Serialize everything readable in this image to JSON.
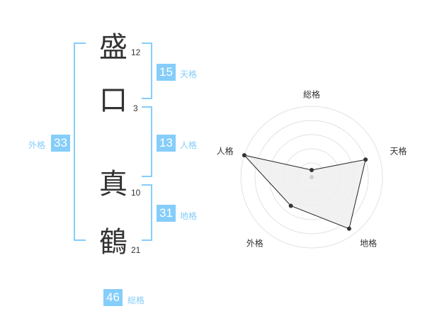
{
  "name_chars": [
    {
      "char": "盛",
      "strokes": "12"
    },
    {
      "char": "口",
      "strokes": "3"
    },
    {
      "char": "真",
      "strokes": "10"
    },
    {
      "char": "鶴",
      "strokes": "21"
    }
  ],
  "fortune": {
    "tenkaku": {
      "value": "15",
      "label": "天格"
    },
    "jinkaku": {
      "value": "13",
      "label": "人格"
    },
    "chikaku": {
      "value": "31",
      "label": "地格"
    },
    "gaikaku": {
      "value": "33",
      "label": "外格"
    },
    "soukaku": {
      "value": "46",
      "label": "総格"
    }
  },
  "colors": {
    "accent": "#85cdfa",
    "text": "#333333"
  },
  "chart_data": {
    "type": "radar",
    "axes": [
      "総格",
      "天格",
      "地格",
      "外格",
      "人格"
    ],
    "values": [
      0.1,
      0.8,
      0.9,
      0.5,
      1.0
    ],
    "max": 1.0,
    "rings": 5
  }
}
